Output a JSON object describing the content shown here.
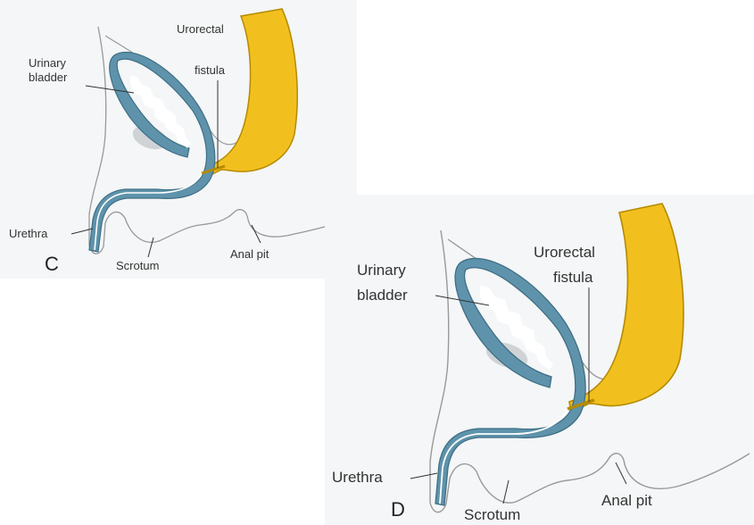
{
  "colors": {
    "background_panel": "#f4f6f7",
    "tissue_outline": "#999999",
    "bladder_wall": "#5e93ab",
    "bladder_lumen": "#ffffff",
    "rectum": "#f2c01e",
    "rectum_edge": "#b58a00",
    "leader_line": "#333333",
    "bone_shadow": "#cfd3d6"
  },
  "panels": [
    {
      "letter": "C",
      "labels": {
        "urinary": "Urinary",
        "bladder": "bladder",
        "urorectal": "Urorectal",
        "fistula": "fistula",
        "urethra": "Urethra",
        "scrotum": "Scrotum",
        "anal_pit": "Anal pit"
      }
    },
    {
      "letter": "D",
      "labels": {
        "urinary": "Urinary",
        "bladder": "bladder",
        "urorectal": "Urorectal",
        "fistula": "fistula",
        "urethra": "Urethra",
        "scrotum": "Scrotum",
        "anal_pit": "Anal pit"
      }
    }
  ]
}
